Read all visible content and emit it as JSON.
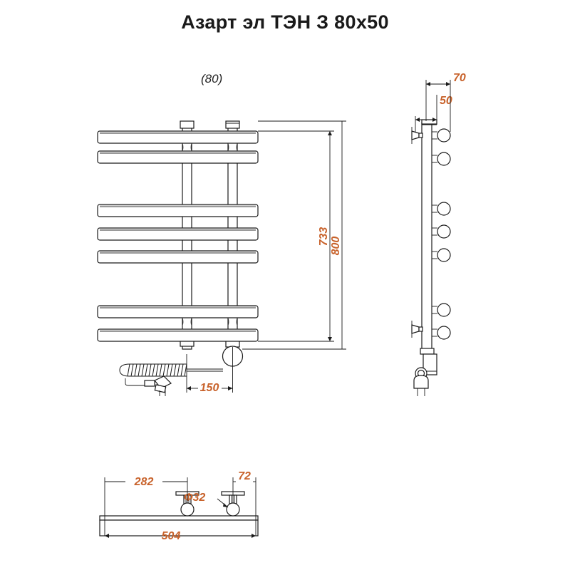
{
  "document": {
    "title": "Азарт эл ТЭН З 80x50",
    "type": "technical-drawing",
    "product": "Heated towel rail",
    "background_color": "#ffffff",
    "line_color": "#1a1a1a",
    "dimension_color": "#c8622b"
  },
  "views": {
    "front": {
      "name": "front-view",
      "depth_label": "(80)",
      "rails_count": 7,
      "posts_count": 2
    },
    "side": {
      "name": "side-view",
      "rail_ends_count": 7
    },
    "plan": {
      "name": "plan-view"
    }
  },
  "dimensions": {
    "front": [
      {
        "id": "height-733",
        "value": "733",
        "orientation": "vertical"
      },
      {
        "id": "height-800",
        "value": "800",
        "orientation": "vertical"
      },
      {
        "id": "offset-150",
        "value": "150",
        "orientation": "horizontal"
      },
      {
        "id": "depth-80",
        "value": "(80)",
        "orientation": "label"
      }
    ],
    "side": [
      {
        "id": "depth-70",
        "value": "70",
        "orientation": "horizontal"
      },
      {
        "id": "depth-50",
        "value": "50",
        "orientation": "horizontal"
      }
    ],
    "plan": [
      {
        "id": "width-282",
        "value": "282",
        "orientation": "horizontal"
      },
      {
        "id": "width-72",
        "value": "72",
        "orientation": "horizontal"
      },
      {
        "id": "diameter-32",
        "value": "Ф32",
        "orientation": "leader"
      },
      {
        "id": "width-504",
        "value": "504",
        "orientation": "horizontal"
      }
    ]
  },
  "labels": {
    "depth_80": "(80)",
    "height_733": "733",
    "height_800": "800",
    "offset_150": "150",
    "side_70": "70",
    "side_50": "50",
    "plan_282": "282",
    "plan_72": "72",
    "plan_d32": "Ф32",
    "plan_504": "504"
  }
}
